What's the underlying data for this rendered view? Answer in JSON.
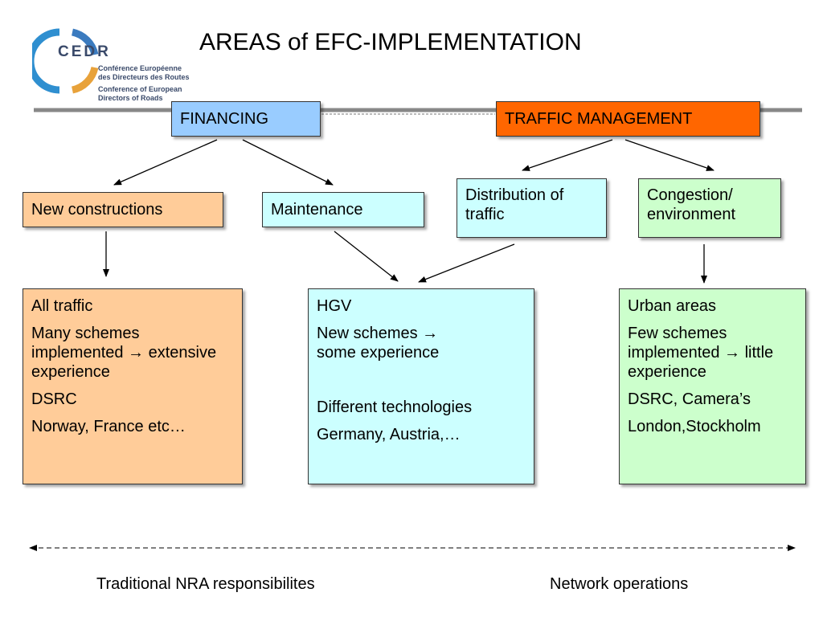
{
  "title": "AREAS of EFC-IMPLEMENTATION",
  "logo": {
    "acronym": "CEDR",
    "line_fr_1": "Conférence Européenne",
    "line_fr_2": "des Directeurs des Routes",
    "line_en_1": "Conference of European",
    "line_en_2": "Directors of Roads"
  },
  "colors": {
    "financing": "#99CCFF",
    "traffic_management": "#FF6600",
    "new_constructions": "#FFCC99",
    "maintenance": "#CCFFFF",
    "distribution": "#CCFFFF",
    "congestion": "#CCFFCC"
  },
  "top": {
    "financing": "FINANCING",
    "traffic_management": "TRAFFIC MANAGEMENT"
  },
  "mid": {
    "new_constructions": "New constructions",
    "maintenance": "Maintenance",
    "distribution": "Distribution of traffic",
    "congestion": "Congestion/ environment"
  },
  "details": {
    "left": [
      "All traffic",
      "Many schemes implemented → extensive experience",
      "DSRC",
      "Norway, France etc…"
    ],
    "center": [
      "HGV",
      "New schemes → some experience",
      "Different technologies",
      "Germany, Austria,…"
    ],
    "right": [
      "Urban areas",
      "Few schemes implemented → little experience",
      "DSRC, Camera’s",
      "London,Stockholm"
    ]
  },
  "bottom": {
    "left_label": "Traditional NRA responsibilites",
    "right_label": "Network operations"
  }
}
